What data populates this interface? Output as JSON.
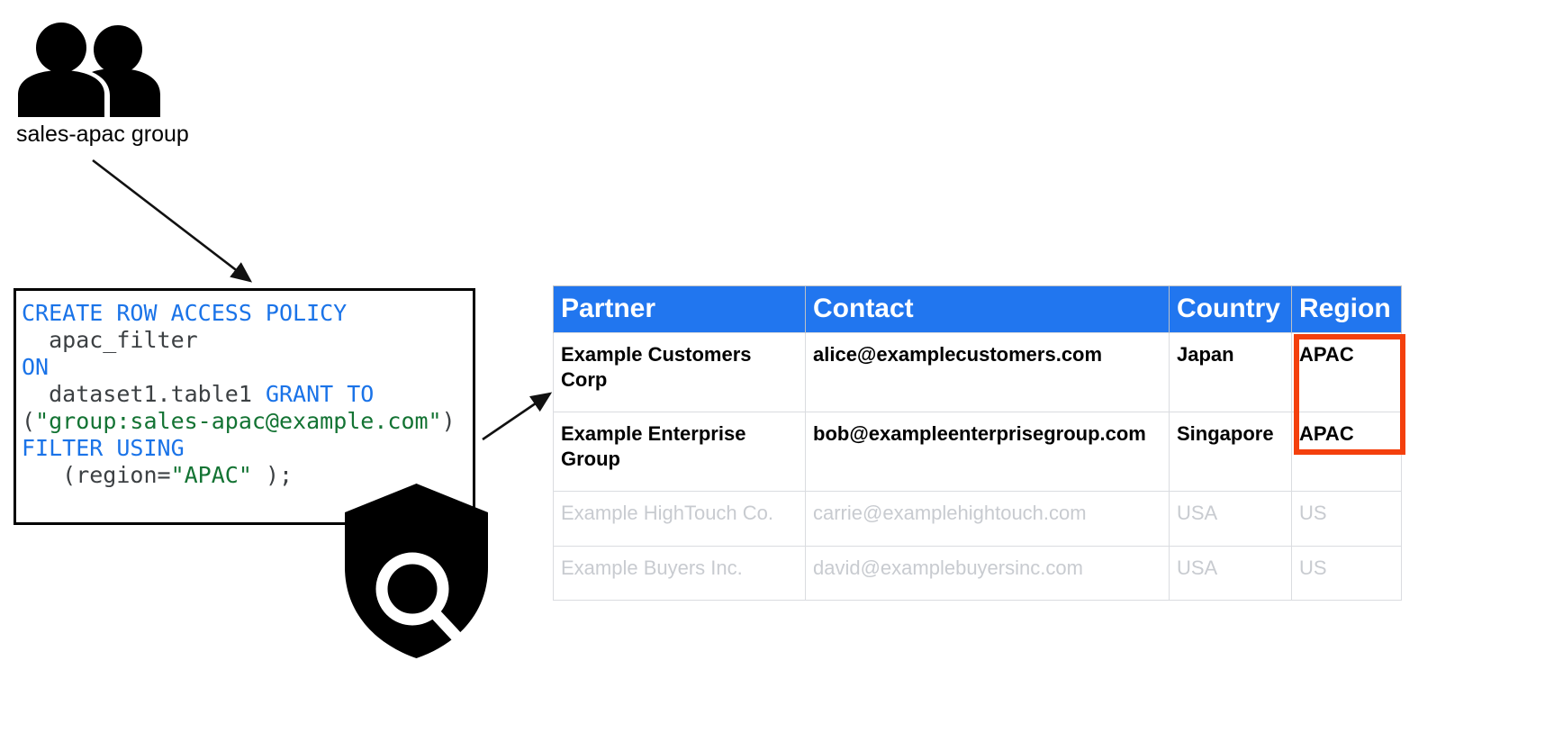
{
  "group": {
    "icon": "people-group-icon",
    "label": "sales-apac group"
  },
  "code_box": {
    "icon": "shield-search-icon",
    "language": "sql",
    "colors": {
      "keyword": "#1a73e8",
      "string": "#137333",
      "plain": "#3c4043"
    },
    "lines": [
      [
        {
          "t": "CREATE ROW ACCESS POLICY",
          "c": "kw"
        }
      ],
      [
        {
          "t": "  apac_filter",
          "c": "pln"
        }
      ],
      [
        {
          "t": "ON",
          "c": "kw"
        }
      ],
      [
        {
          "t": "  dataset1.table1 ",
          "c": "pln"
        },
        {
          "t": "GRANT TO",
          "c": "kw"
        }
      ],
      [
        {
          "t": "(",
          "c": "pln"
        },
        {
          "t": "\"group:sales-apac@example.com\"",
          "c": "str"
        },
        {
          "t": ")",
          "c": "pln"
        }
      ],
      [
        {
          "t": "FILTER USING",
          "c": "kw"
        }
      ],
      [
        {
          "t": "   (region=",
          "c": "pln"
        },
        {
          "t": "\"APAC\"",
          "c": "str"
        },
        {
          "t": " );",
          "c": "pln"
        }
      ]
    ],
    "plain_text": "CREATE ROW ACCESS POLICY\n  apac_filter\nON\n  dataset1.table1 GRANT TO\n(\"group:sales-apac@example.com\")\nFILTER USING\n   (region=\"APAC\" );"
  },
  "table": {
    "header_color": "#2176ef",
    "highlight_color": "#f4400d",
    "columns": [
      "Partner",
      "Contact",
      "Country",
      "Region"
    ],
    "rows": [
      {
        "dim": false,
        "cells": [
          "Example Customers Corp",
          "alice@examplecustomers.com",
          "Japan",
          "APAC"
        ]
      },
      {
        "dim": false,
        "cells": [
          "Example Enterprise Group",
          "bob@exampleenterprisegroup.com",
          "Singapore",
          "APAC"
        ]
      },
      {
        "dim": true,
        "cells": [
          "Example HighTouch Co.",
          "carrie@examplehightouch.com",
          "USA",
          "US"
        ]
      },
      {
        "dim": true,
        "cells": [
          "Example Buyers Inc.",
          "david@examplebuyersinc.com",
          "USA",
          "US"
        ]
      }
    ]
  }
}
